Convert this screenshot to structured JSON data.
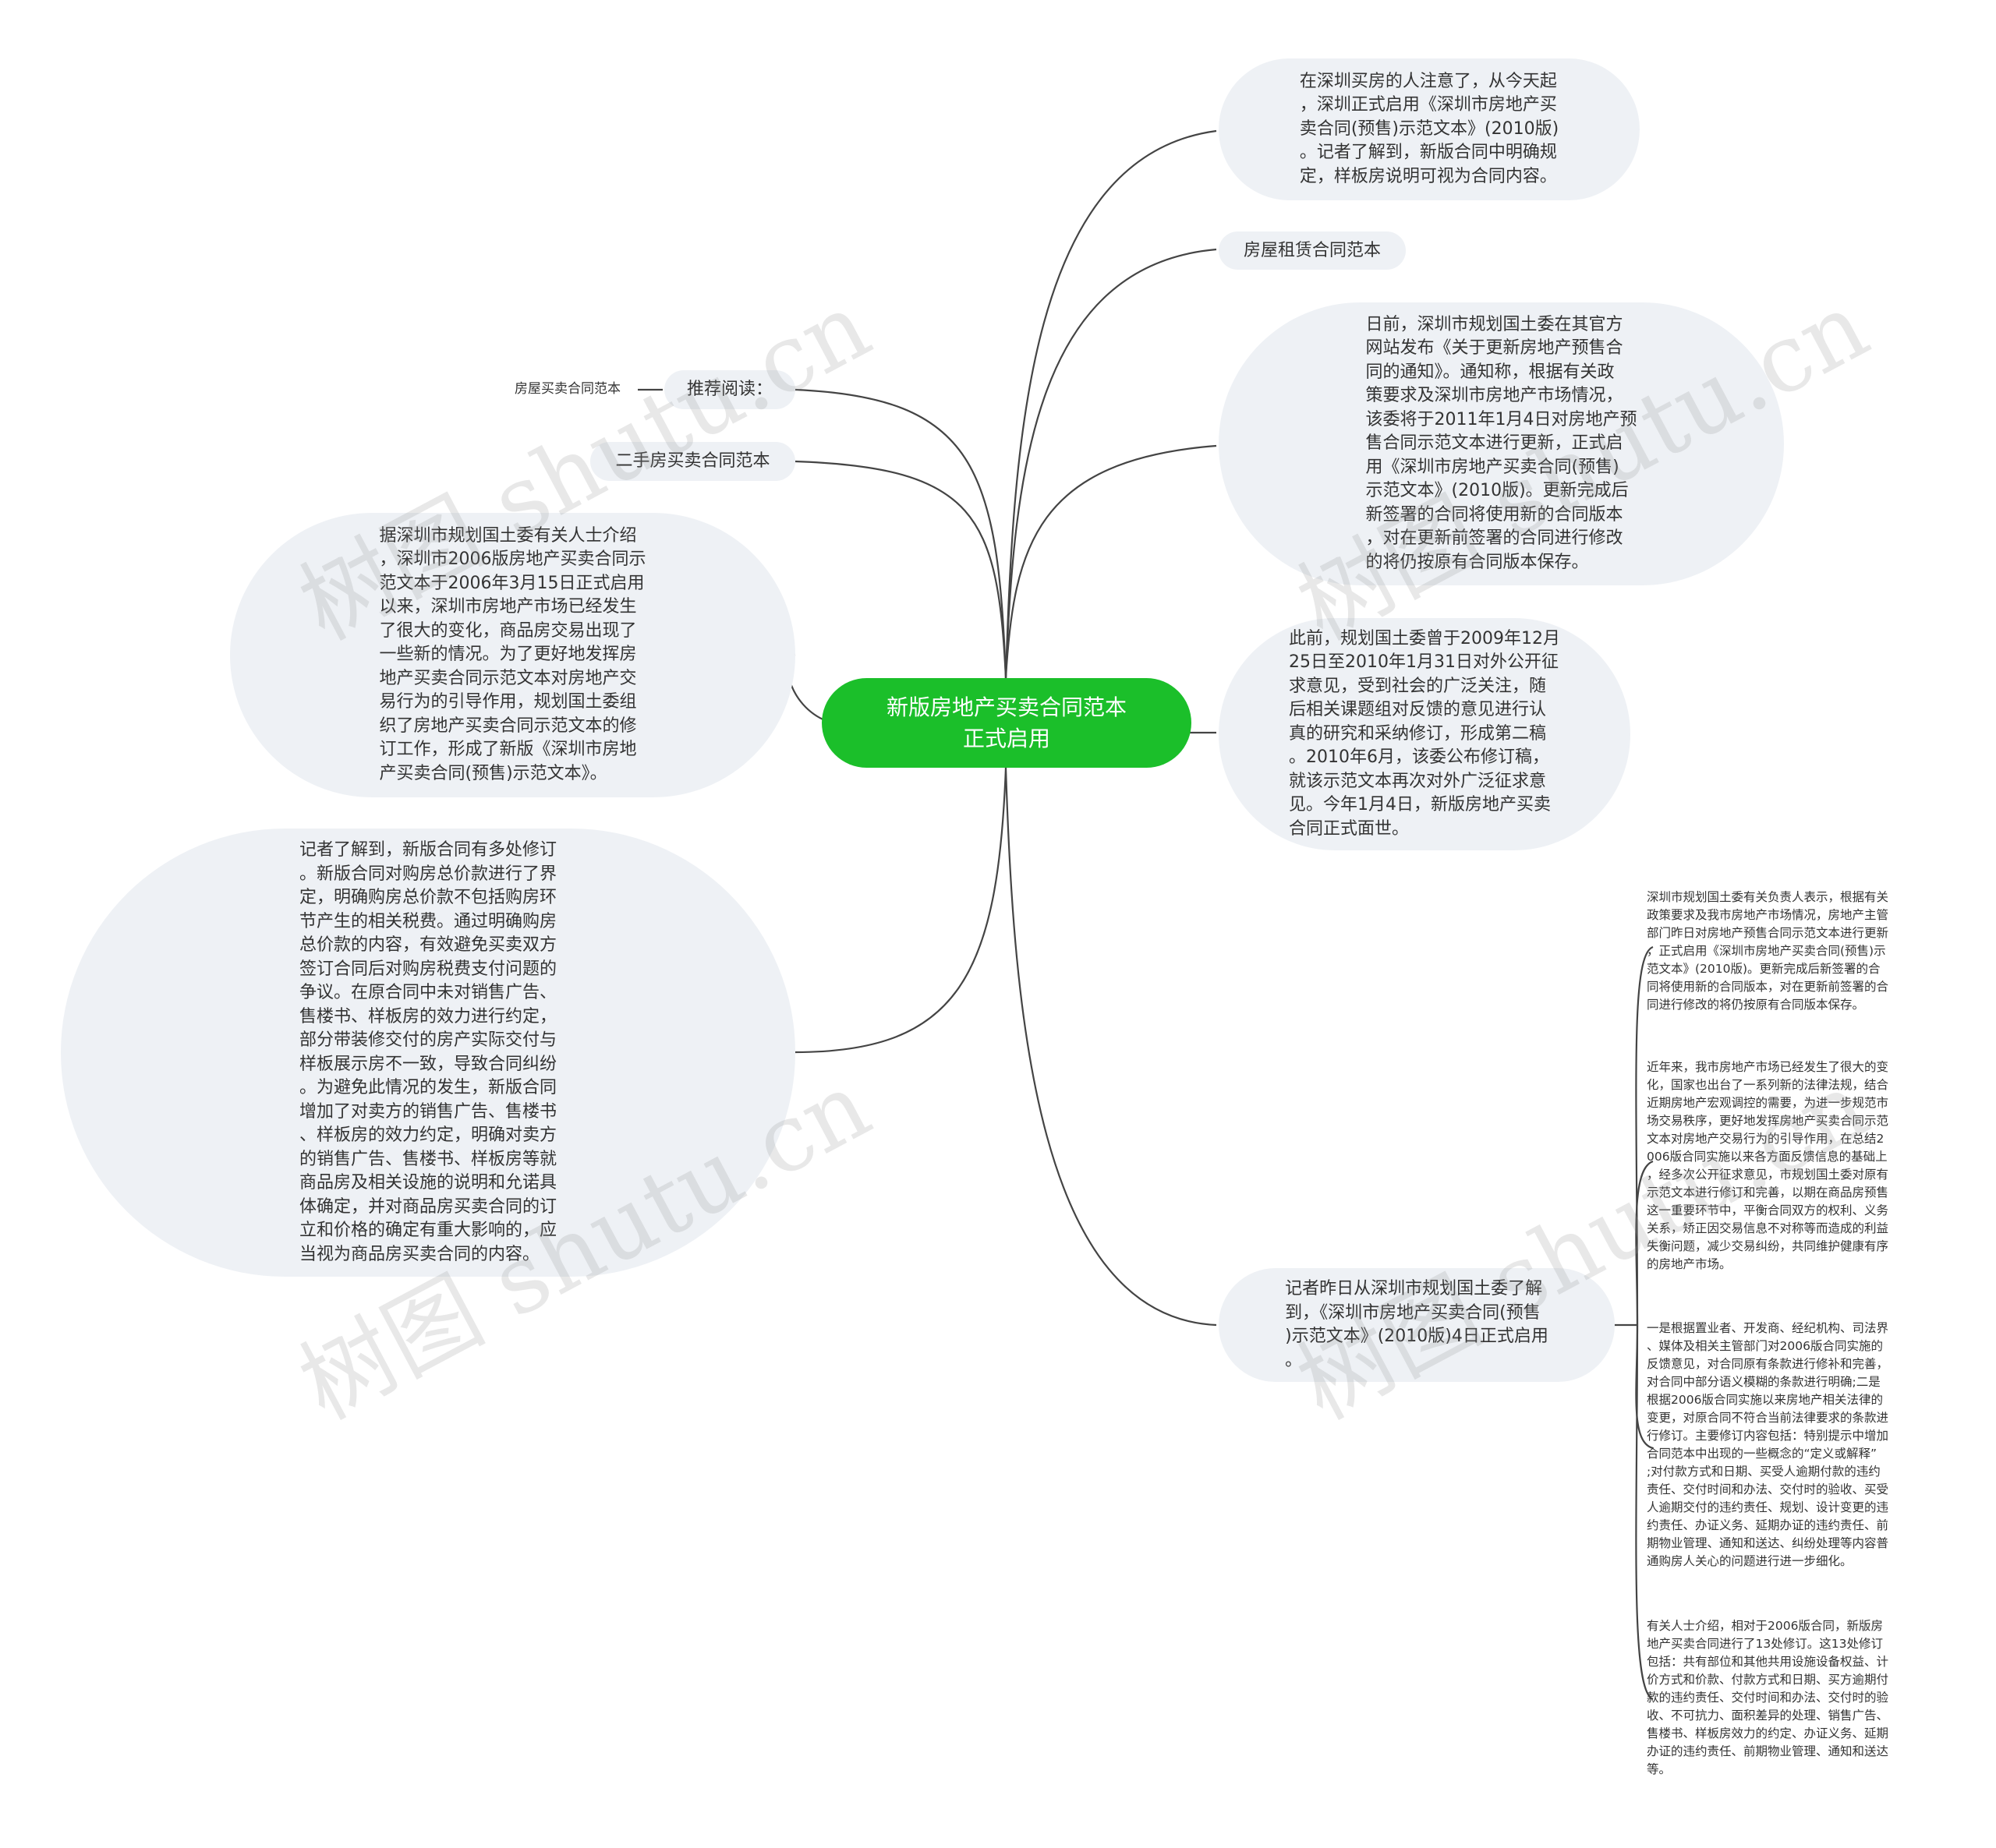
{
  "root": {
    "title": "新版房地产买卖合同范本\n正式启用",
    "color": "#1bbf2a"
  },
  "right_nodes": [
    {
      "text": "在深圳买房的人注意了，从今天起\n，深圳正式启用《深圳市房地产买\n卖合同(预售)示范文本》(2010版)\n。记者了解到，新版合同中明确规\n定，样板房说明可视为合同内容。"
    },
    {
      "text": "房屋租赁合同范本"
    },
    {
      "text": "日前，深圳市规划国土委在其官方\n网站发布《关于更新房地产预售合\n同的通知》。通知称，根据有关政\n策要求及深圳市房地产市场情况，\n该委将于2011年1月4日对房地产预\n售合同示范文本进行更新，正式启\n用《深圳市房地产买卖合同(预售)\n示范文本》(2010版)。更新完成后\n新签署的合同将使用新的合同版本\n，对在更新前签署的合同进行修改\n的将仍按原有合同版本保存。"
    },
    {
      "text": "此前，规划国土委曾于2009年12月\n25日至2010年1月31日对外公开征\n求意见，受到社会的广泛关注，随\n后相关课题组对反馈的意见进行认\n真的研究和采纳修订，形成第二稿\n。2010年6月，该委公布修订稿，\n就该示范文本再次对外广泛征求意\n见。今年1月4日，新版房地产买卖\n合同正式面世。"
    },
    {
      "text": "记者昨日从深圳市规划国土委了解\n到，《深圳市房地产买卖合同(预售\n)示范文本》(2010版)4日正式启用\n。"
    }
  ],
  "left_nodes": [
    {
      "text": "推荐阅读：",
      "child": "房屋买卖合同范本"
    },
    {
      "text": "二手房买卖合同范本"
    },
    {
      "text": "据深圳市规划国土委有关人士介绍\n，深圳市2006版房地产买卖合同示\n范文本于2006年3月15日正式启用\n以来，深圳市房地产市场已经发生\n了很大的变化，商品房交易出现了\n一些新的情况。为了更好地发挥房\n地产买卖合同示范文本对房地产交\n易行为的引导作用，规划国土委组\n织了房地产买卖合同示范文本的修\n订工作，形成了新版《深圳市房地\n产买卖合同(预售)示范文本》。"
    },
    {
      "text": "记者了解到，新版合同有多处修订\n。新版合同对购房总价款进行了界\n定，明确购房总价款不包括购房环\n节产生的相关税费。通过明确购房\n总价款的内容，有效避免买卖双方\n签订合同后对购房税费支付问题的\n争议。在原合同中未对销售广告、\n售楼书、样板房的效力进行约定，\n部分带装修交付的房产实际交付与\n样板展示房不一致，导致合同纠纷\n。为避免此情况的发生，新版合同\n增加了对卖方的销售广告、售楼书\n、样板房的效力约定，明确对卖方\n的销售广告、售楼书、样板房等就\n商品房及相关设施的说明和允诺具\n体确定，并对商品房买卖合同的订\n立和价格的确定有重大影响的，应\n当视为商品房买卖合同的内容。"
    }
  ],
  "detail_leaves": [
    {
      "text": "深圳市规划国土委有关负责人表示，根据有关\n政策要求及我市房地产市场情况，房地产主管\n部门昨日对房地产预售合同示范文本进行更新\n，正式启用《深圳市房地产买卖合同(预售)示\n范文本》(2010版)。更新完成后新签署的合\n同将使用新的合同版本，对在更新前签署的合\n同进行修改的将仍按原有合同版本保存。"
    },
    {
      "text": "近年来，我市房地产市场已经发生了很大的变\n化，国家也出台了一系列新的法律法规，结合\n近期房地产宏观调控的需要，为进一步规范市\n场交易秩序，更好地发挥房地产买卖合同示范\n文本对房地产交易行为的引导作用，在总结2\n006版合同实施以来各方面反馈信息的基础上\n，经多次公开征求意见，市规划国土委对原有\n示范文本进行修订和完善，以期在商品房预售\n这一重要环节中，平衡合同双方的权利、义务\n关系，矫正因交易信息不对称等而造成的利益\n失衡问题，减少交易纠纷，共同维护健康有序\n的房地产市场。"
    },
    {
      "text": "一是根据置业者、开发商、经纪机构、司法界\n、媒体及相关主管部门对2006版合同实施的\n反馈意见，对合同原有条款进行修补和完善，\n对合同中部分语义模糊的条款进行明确;二是\n根据2006版合同实施以来房地产相关法律的\n变更，对原合同不符合当前法律要求的条款进\n行修订。主要修订内容包括：特别提示中增加\n合同范本中出现的一些概念的“定义或解释”\n;对付款方式和日期、买受人逾期付款的违约\n责任、交付时间和办法、交付时的验收、买受\n人逾期交付的违约责任、规划、设计变更的违\n约责任、办证义务、延期办证的违约责任、前\n期物业管理、通知和送达、纠纷处理等内容普\n通购房人关心的问题进行进一步细化。"
    },
    {
      "text": "有关人士介绍，相对于2006版合同，新版房\n地产买卖合同进行了13处修订。这13处修订\n包括：共有部位和其他共用设施设备权益、计\n价方式和价款、付款方式和日期、买方逾期付\n款的违约责任、交付时间和办法、交付时的验\n收、不可抗力、面积差异的处理、销售广告、\n售楼书、样板房效力的约定、办证义务、延期\n办证的违约责任、前期物业管理、通知和送达\n等。"
    }
  ],
  "watermark": "树图 shutu.cn",
  "line_color": "#444444"
}
